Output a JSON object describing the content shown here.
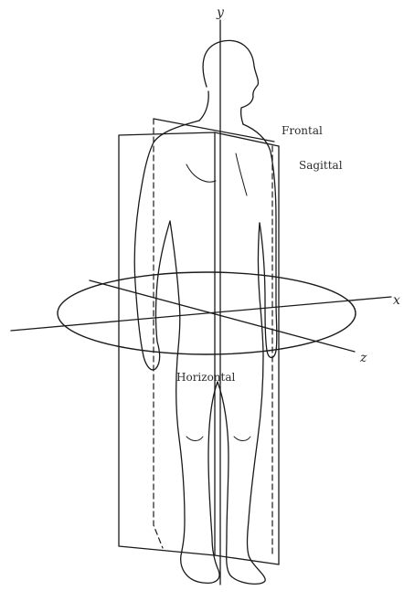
{
  "labels": {
    "y_axis": "y",
    "x_axis": "x",
    "z_axis": "z",
    "frontal": "Frontal",
    "sagittal": "Sagittal",
    "horizontal": "Horizontal"
  }
}
